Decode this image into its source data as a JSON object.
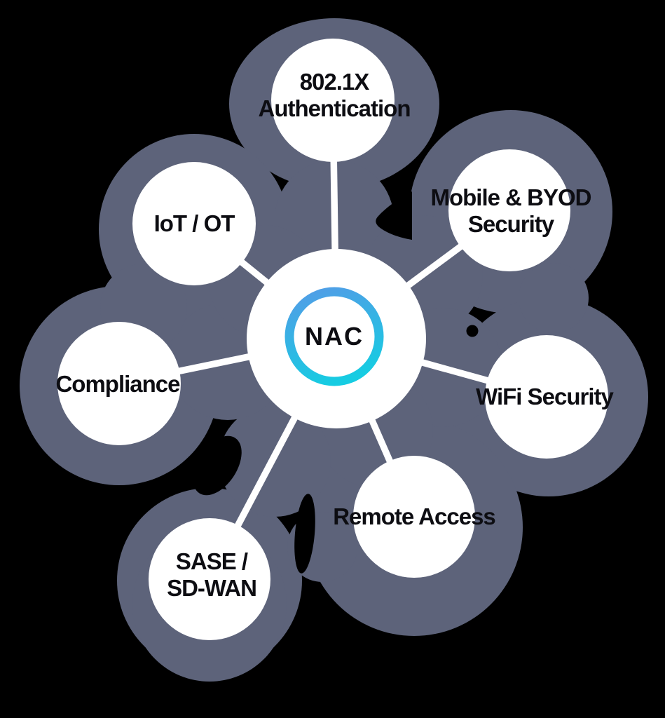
{
  "diagram": {
    "description": "NAC hub and spoke diagram",
    "center": {
      "label": "NAC"
    },
    "nodes": [
      {
        "id": "8021x-authentication",
        "lines": [
          "802.1X",
          "Authentication"
        ]
      },
      {
        "id": "mobile-byod-security",
        "lines": [
          "Mobile & BYOD",
          "Security"
        ]
      },
      {
        "id": "wifi-security",
        "lines": [
          "WiFi Security"
        ]
      },
      {
        "id": "remote-access",
        "lines": [
          "Remote Access"
        ]
      },
      {
        "id": "sase-sdwan",
        "lines": [
          "SASE /",
          "SD-WAN"
        ]
      },
      {
        "id": "compliance",
        "lines": [
          "Compliance"
        ]
      },
      {
        "id": "iot-ot",
        "lines": [
          "IoT / OT"
        ]
      }
    ],
    "colors": {
      "background": "#000000",
      "blob": "#5d637a",
      "hole": "#000000",
      "node_fill": "#ffffff",
      "connector": "#ffffff",
      "label_text": "#0d0d12",
      "ring_top": "#4f9fe6",
      "ring_bottom": "#16cce2"
    }
  }
}
